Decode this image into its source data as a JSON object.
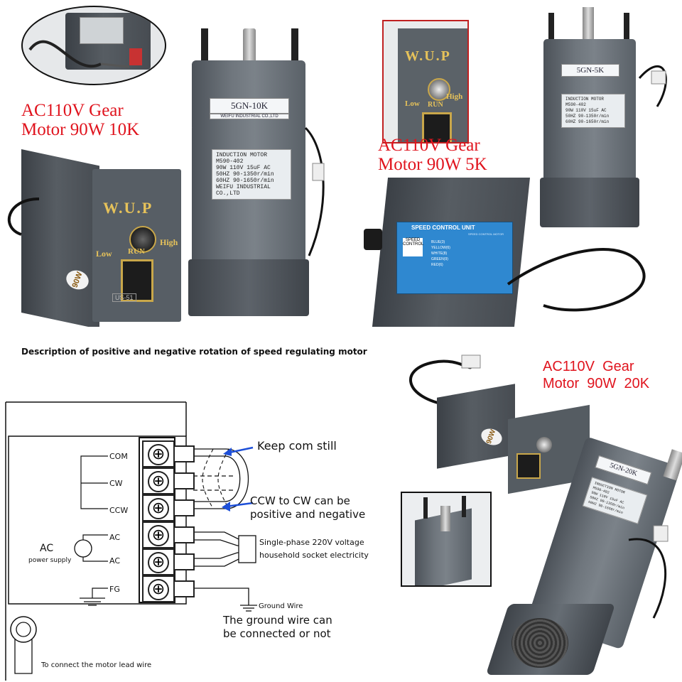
{
  "top_left": {
    "caption_line1": "AC110V Gear",
    "caption_line2": "Motor 90W 10K",
    "motor_label": "5GN-10K",
    "motor_brand": "WEIFU INDUSTRIAL CO.,LTD",
    "nameplate": [
      "INDUCTION MOTOR",
      "M590-402",
      "90W 110V 15uF AC",
      "50HZ 90-1350r/min",
      "60HZ 90-1650r/min",
      "WEIFU INDUSTRIAL CO.,LTD"
    ],
    "controller_brand": "W.U.P",
    "controller_low": "Low",
    "controller_high": "High",
    "controller_run": "RUN",
    "controller_badge": "90W",
    "controller_model": "US-51"
  },
  "top_right": {
    "caption_line1": "AC110V Gear",
    "caption_line2": "Motor 90W 5K",
    "motor_label": "5GN-5K",
    "nameplate": [
      "INDUCTION MOTOR",
      "M590-402",
      "90W 110V 15uF AC",
      "50HZ 90-1350r/min",
      "60HZ 90-1650r/min"
    ],
    "controller_brand": "W.U.P",
    "controller_low": "Low",
    "controller_high": "High",
    "controller_run": "RUN",
    "speed_unit_title": "SPEED CONTROL UNIT",
    "speed_unit_box": "SPEED CONTROL",
    "speed_unit_subtitle": "SPEED CONTROL MOTOR",
    "wire_labels": [
      "BLUE(3)",
      "YELLOW(6)",
      "WHITE(8)",
      "GREEN(9)",
      "RED(6)"
    ]
  },
  "diagram": {
    "title": "Description of positive and negative rotation of speed regulating motor",
    "terminals": [
      "COM",
      "CW",
      "CCW",
      "AC",
      "AC",
      "FG"
    ],
    "ac_label": "AC",
    "power_supply": "power supply",
    "keep_com": "Keep com still",
    "ccw_line1": "CCW to CW can be",
    "ccw_line2": "positive and negative",
    "single_phase_line1": "Single-phase 220V voltage",
    "single_phase_line2": "household socket electricity",
    "ground_wire": "Ground Wire",
    "ground_note_line1": "The ground wire can",
    "ground_note_line2": "be connected or not",
    "motor_lead": "To connect the motor lead wire",
    "screw_symbol": "⊕"
  },
  "bottom_right": {
    "caption_line1": "AC110V  Gear",
    "caption_line2": "Motor  90W  20K",
    "motor_label": "5GN-20K",
    "controller_badge": "90W",
    "nameplate": [
      "INDUCTION MOTOR",
      "M590-402",
      "90W 110V 15uF AC",
      "50HZ 90-1350r/min",
      "60HZ 90-1650r/min"
    ]
  },
  "colors": {
    "caption_red": "#e0141e",
    "motor_grey": "#6f767d",
    "controller_dark": "#3b4046",
    "speed_unit_blue": "#2f88d0",
    "wire_blue": "#1d4fd8",
    "dial_gold": "#d9b24a"
  }
}
